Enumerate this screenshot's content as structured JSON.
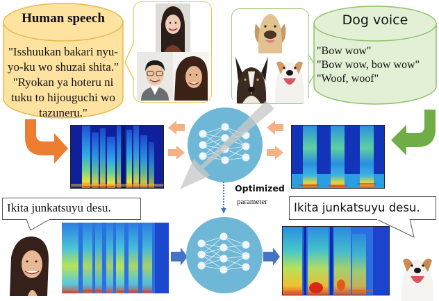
{
  "human_db": {
    "title": "Human speech",
    "lines": [
      "\"Isshuukan bakari nyu-",
      "yo-ku wo shuzai shita.\"",
      "\"Ryokan ya hoteru ni",
      "tuku to hijouguchi wo",
      "tazuneru.\""
    ],
    "fill": "#fde2a0",
    "stroke": "#e8b84a"
  },
  "dog_db": {
    "title": "Dog voice",
    "lines": [
      "\"Bow wow\"",
      "\"Bow wow, bow wow\"",
      "\"Woof, woof\""
    ],
    "fill": "#e3f0d5",
    "stroke": "#8cc26a"
  },
  "human_photos": [
    "woman-long-hair-photo",
    "man-glasses-photo",
    "woman-smiling-photo"
  ],
  "dog_photos": [
    "labrador-photo",
    "border-collie-photo",
    "jack-russell-photo"
  ],
  "training": {
    "optimized_label": "Optimized",
    "parameter_label": "parameter"
  },
  "inference": {
    "input_utterance": "Ikita junkatsuyu desu.",
    "output_utterance": "Ikita junkatsuyu desu."
  },
  "colors": {
    "orange_arrow": "#ed7d31",
    "green_arrow": "#70ad47",
    "salmon_arrow": "#f4b183",
    "blue_arrow": "#4472c4",
    "nn_circle": "#6fb7d6",
    "gray_arrow": "#c8c8c8"
  }
}
